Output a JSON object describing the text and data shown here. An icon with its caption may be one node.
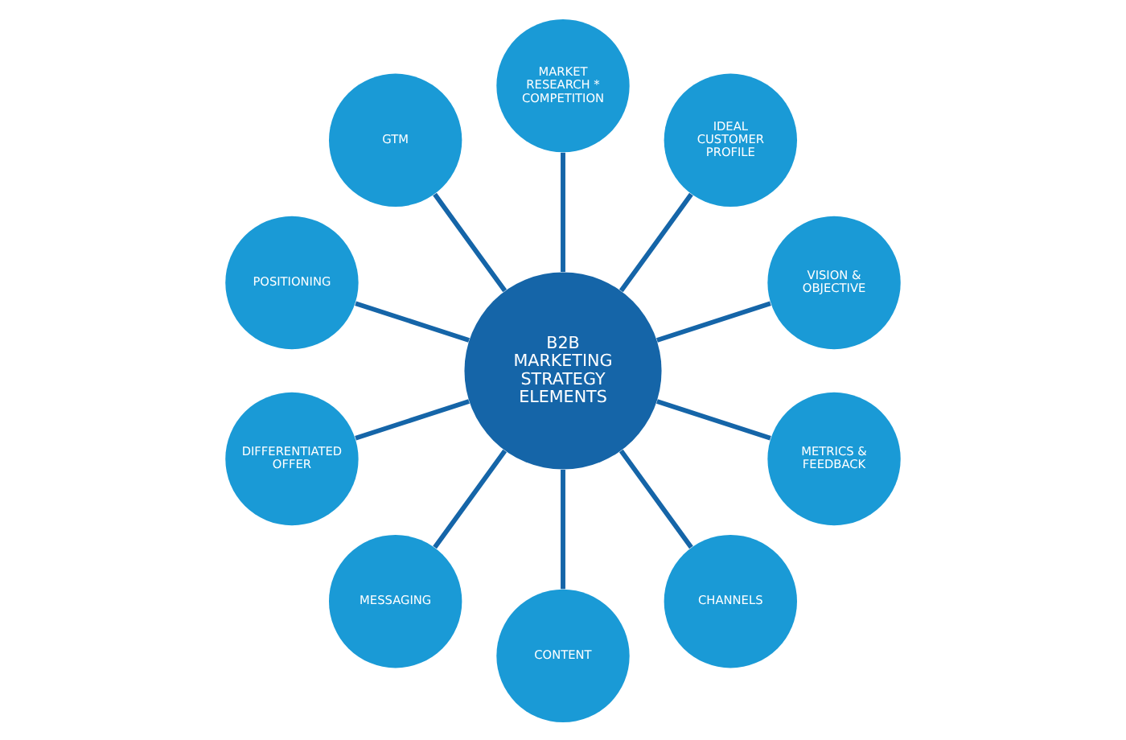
{
  "diagram": {
    "nodes": [
      {
        "text": [
          "B2B MARKETING STRATEGY ELEMENTS"
        ]
      },
      {
        "text": [
          "VISION & OBJECTIVE"
        ]
      },
      {
        "text": [
          "IDEAL CUSTOMER PROFILE"
        ]
      },
      {
        "text": [
          "MARKET RESEARCH * COMPETITION"
        ]
      },
      {
        "text": [
          "GTM"
        ]
      },
      {
        "text": [
          "POSITIONING"
        ]
      },
      {
        "text": [
          "DIFFERENTIATED OFFER"
        ]
      },
      {
        "text": [
          "MESSAGING"
        ]
      },
      {
        "text": [
          "CONTENT"
        ]
      },
      {
        "text": [
          "CHANNELS"
        ]
      },
      {
        "text": [
          "METRICS & FEEDBACK"
        ]
      }
    ],
    "edges": [
      {
        "from": 0,
        "to": 1,
        "arrow": "none"
      },
      {
        "from": 0,
        "to": 2,
        "arrow": "none"
      },
      {
        "from": 0,
        "to": 3,
        "arrow": "none"
      },
      {
        "from": 0,
        "to": 4,
        "arrow": "none"
      },
      {
        "from": 0,
        "to": 5,
        "arrow": "none"
      },
      {
        "from": 0,
        "to": 6,
        "arrow": "none"
      },
      {
        "from": 0,
        "to": 7,
        "arrow": "none"
      },
      {
        "from": 0,
        "to": 8,
        "arrow": "none"
      },
      {
        "from": 0,
        "to": 9,
        "arrow": "none"
      },
      {
        "from": 0,
        "to": 10,
        "arrow": "none"
      }
    ]
  }
}
